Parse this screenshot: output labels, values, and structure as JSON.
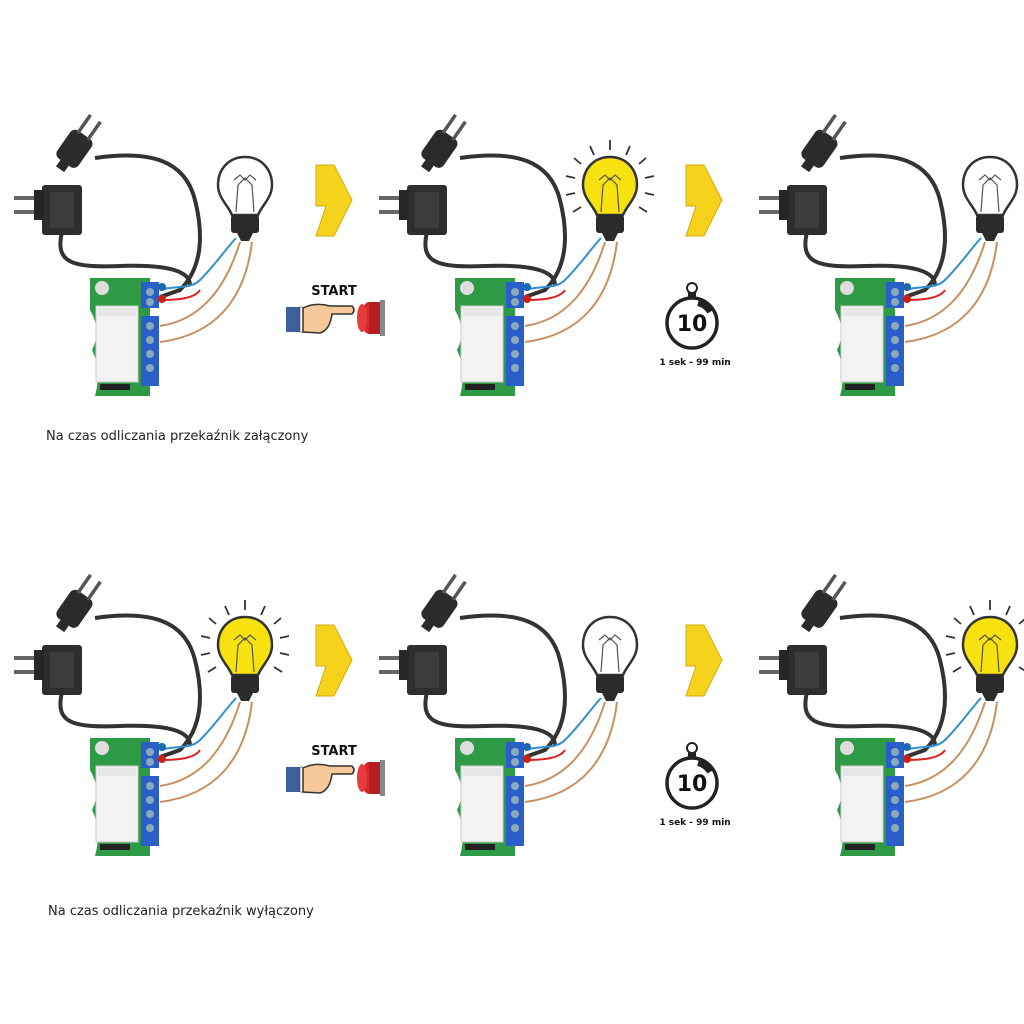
{
  "rows": [
    {
      "caption": "Na czas odliczania przekaźnik załączony",
      "panels": [
        {
          "bulb_lit": false
        },
        {
          "bulb_lit": true
        },
        {
          "bulb_lit": false
        }
      ],
      "start_label": "START",
      "timer_value": "10",
      "timer_range": "1 sek - 99 min"
    },
    {
      "caption": "Na czas odliczania przekaźnik wyłączony",
      "panels": [
        {
          "bulb_lit": true
        },
        {
          "bulb_lit": false
        },
        {
          "bulb_lit": true
        }
      ],
      "start_label": "START",
      "timer_value": "10",
      "timer_range": "1 sek - 99 min"
    }
  ],
  "colors": {
    "bulb_lit": "#f7e20f",
    "bulb_off": "#ffffff",
    "arrow": "#f5d21b",
    "board": "#2e9a45",
    "terminal": "#2a5fc9"
  }
}
